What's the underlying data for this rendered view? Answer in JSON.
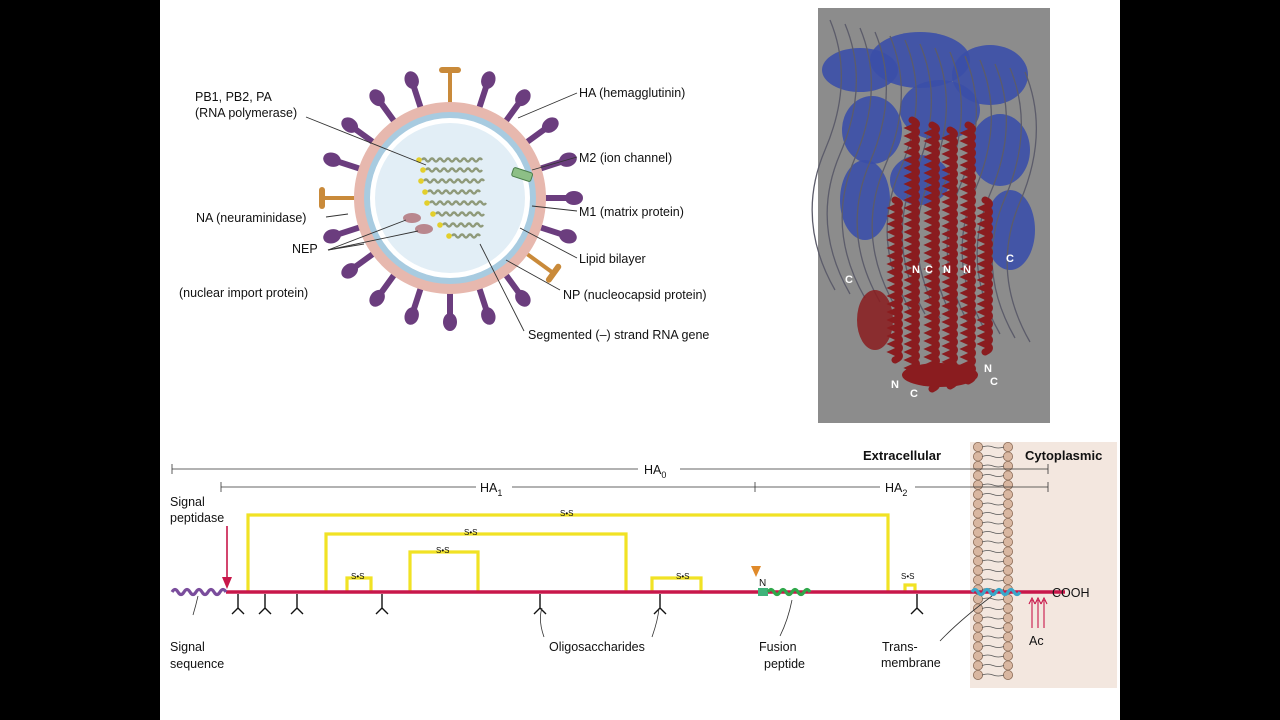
{
  "virus_labels": {
    "polymerase_1": "PB1, PB2, PA",
    "polymerase_2": "(RNA polymerase)",
    "ha": "HA (hemagglutinin)",
    "m2": "M2 (ion channel)",
    "m1": "M1 (matrix protein)",
    "lipid": "Lipid bilayer",
    "np": "NP (nucleocapsid protein)",
    "rna": "Segmented (–) strand RNA gene",
    "na": "NA (neuraminidase)",
    "nep_1": "NEP",
    "nep_2": "(nuclear import protein)"
  },
  "structure_labels": {
    "n1": "N",
    "c1": "C",
    "n2": "N",
    "n3": "N",
    "c_left": "C",
    "c_right": "C",
    "n_bl": "N",
    "c_bl": "C",
    "n_br": "N",
    "c_br": "C"
  },
  "ha_map": {
    "extracellular": "Extracellular",
    "cytoplasmic": "Cytoplasmic",
    "ha0": "HA",
    "ha0_sub": "0",
    "ha1": "HA",
    "ha1_sub": "1",
    "ha2": "HA",
    "ha2_sub": "2",
    "signal_peptidase_1": "Signal",
    "signal_peptidase_2": "peptidase",
    "signal_sequence_1": "Signal",
    "signal_sequence_2": "sequence",
    "oligosaccharides": "Oligosaccharides",
    "fusion_1": "Fusion",
    "fusion_2": "peptide",
    "trans_1": "Trans-",
    "trans_2": "membrane",
    "cooh": "COOH",
    "ac": "Ac",
    "n_term": "N",
    "ss": "S•S"
  },
  "colors": {
    "spike_purple": "#6b3d7e",
    "na_orange": "#c98a3a",
    "chain_red": "#c8174a",
    "disulfide_yellow": "#f1e224",
    "signal_purple": "#7a4d9c",
    "fusion_green": "#2fa84a",
    "tm_teal": "#3aa6c8",
    "membrane_bg": "#f3e7df",
    "helix_blue": "#3b4fa8",
    "helix_red": "#8a1c1f",
    "structure_bg": "#8c8c8c"
  }
}
